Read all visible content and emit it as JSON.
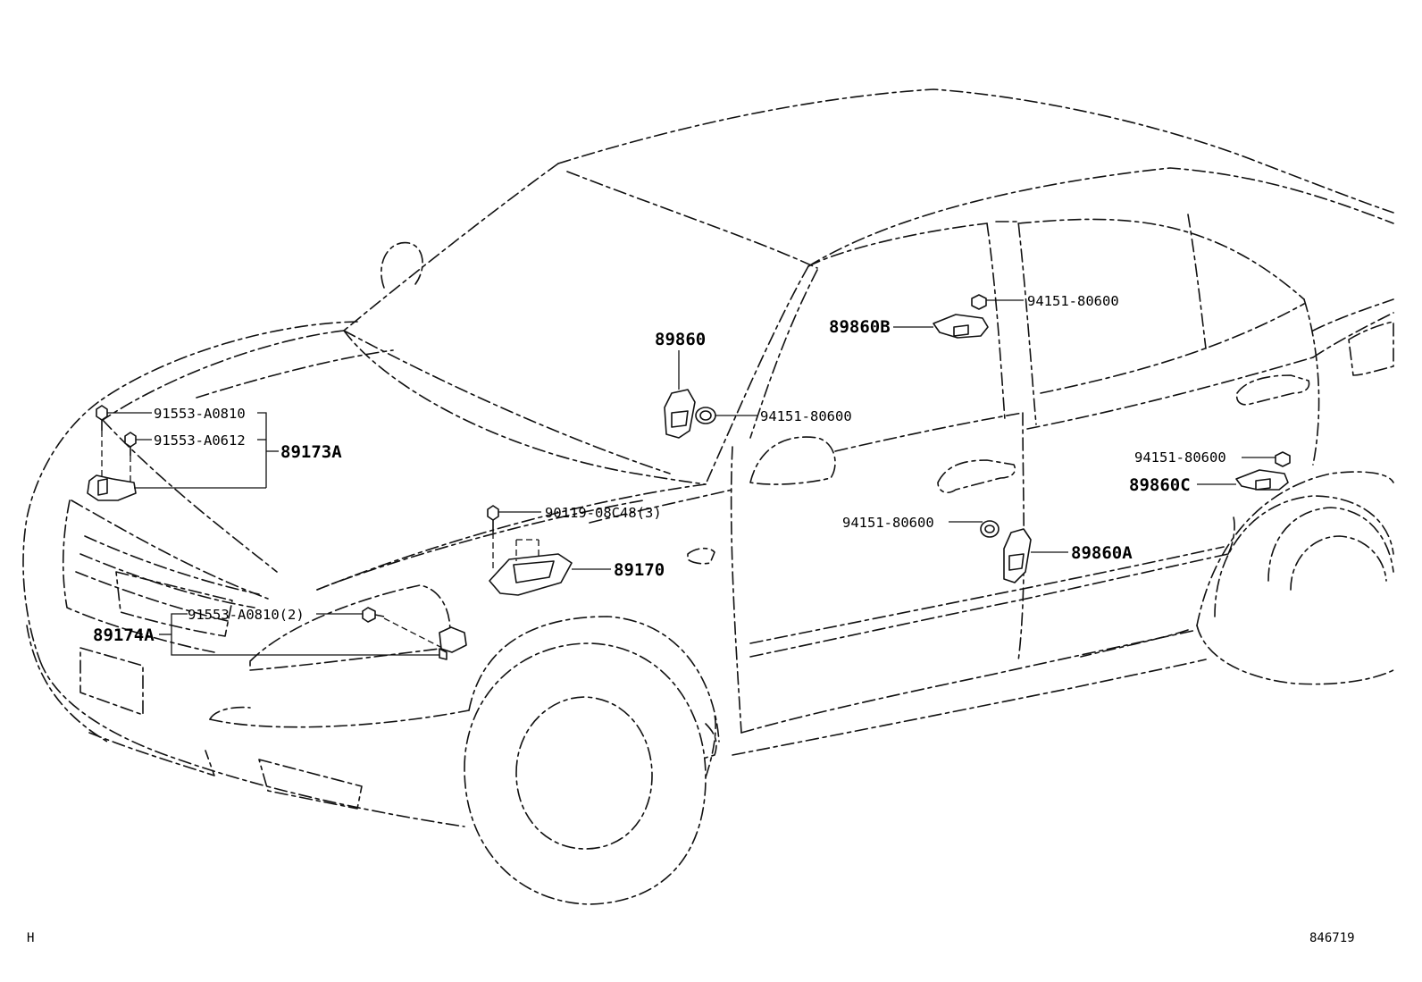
{
  "labels": {
    "p89860": "89860",
    "p89860B": "89860B",
    "p89860B_nut": "94151-80600",
    "p89860_nut": "94151-80600",
    "p89173A_bolt1": "91553-A0810",
    "p89173A_bolt2": "91553-A0612",
    "p89173A": "89173A",
    "p89170_bolt": "90119-08C48(3)",
    "p89170": "89170",
    "p89174A_bolt": "91553-A0810(2)",
    "p89174A": "89174A",
    "p89860C_nut": "94151-80600",
    "p89860C": "89860C",
    "p89860A_nut": "94151-80600",
    "p89860A": "89860A"
  },
  "footer": {
    "left": "H",
    "right": "846719"
  }
}
